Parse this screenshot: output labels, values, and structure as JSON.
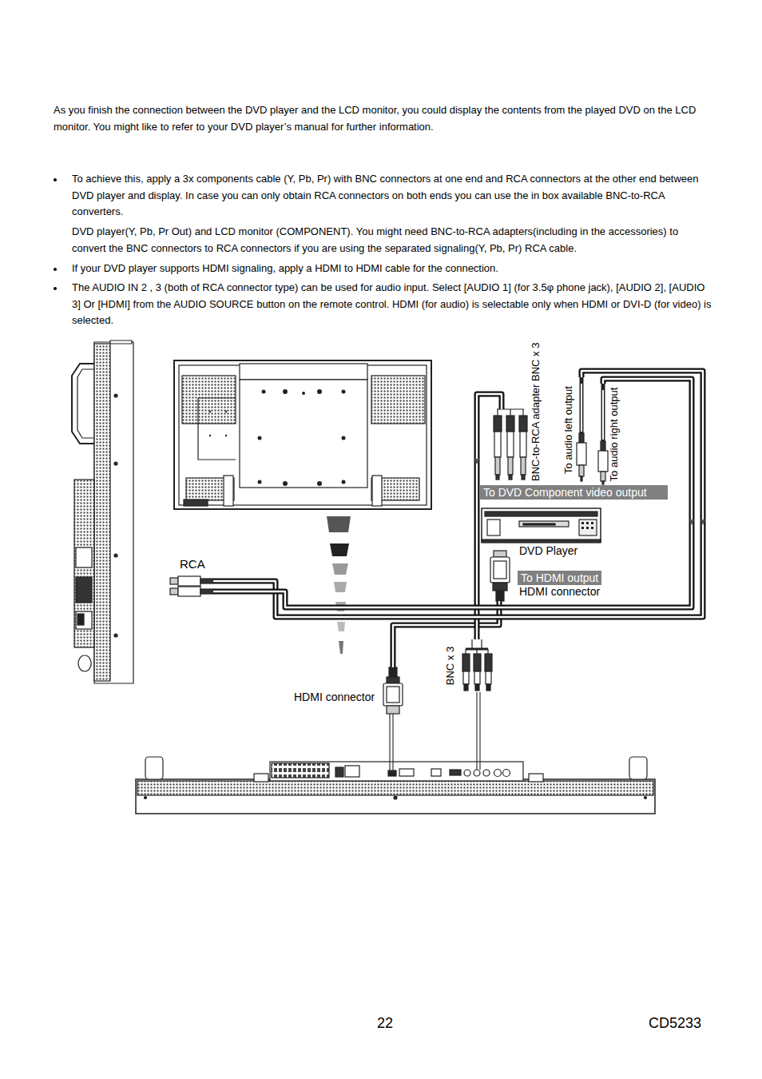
{
  "diagram": {
    "nodes": [
      {
        "text": [
          "To DVD Component video output"
        ]
      },
      {
        "text": [
          "DVD Player"
        ]
      },
      {
        "text": [
          "To HDMI output",
          "HDMI connector"
        ]
      },
      {
        "text": [
          "HDMI connector"
        ]
      },
      {
        "text": [
          "BNC x 3"
        ]
      },
      {
        "text": [
          "BNC-to-RCA adapter BNC x 3"
        ]
      },
      {
        "text": [
          "RCA"
        ]
      },
      {
        "text": [
          "To audio left output"
        ]
      },
      {
        "text": [
          "To audio right output"
        ]
      }
    ],
    "edges": [
      {
        "from": 2,
        "to": 3,
        "arrow": "none"
      },
      {
        "from": 5,
        "to": 4,
        "arrow": "none"
      },
      {
        "from": 7,
        "to": 6,
        "arrow": "none"
      },
      {
        "from": 8,
        "to": 6,
        "arrow": "none"
      }
    ],
    "labels": [
      "As you finish the connection between the DVD player and the LCD monitor, you could display the contents from the played DVD on the LCD monitor. You might like to refer to your DVD player’s manual for further information.",
      "To achieve this, apply a 3x components cable (Y, Pb, Pr) with BNC connectors at one end and RCA connectors at the other end between DVD player and display. In case you can only obtain RCA connectors on both ends you can use the in box available BNC-to-RCA converters.",
      "DVD player(Y, Pb, Pr Out) and LCD monitor (COMPONENT). You might need BNC-to-RCA adapters(including in the accessories) to convert the BNC connectors to RCA connectors if you are using the separated signaling(Y, Pb, Pr) RCA cable.",
      "If your DVD player supports HDMI signaling, apply a HDMI to HDMI cable for the connection.",
      "The AUDIO IN 2 , 3 (both of RCA connector type) can be used for audio input.    Select [AUDIO 1] (for 3.5φ phone jack), [AUDIO 2], [AUDIO 3] Or [HDMI] from the AUDIO SOURCE button on the remote control. HDMI (for audio) is selectable only when HDMI or DVI-D (for video) is selected.",
      "22",
      "CD5233"
    ]
  }
}
